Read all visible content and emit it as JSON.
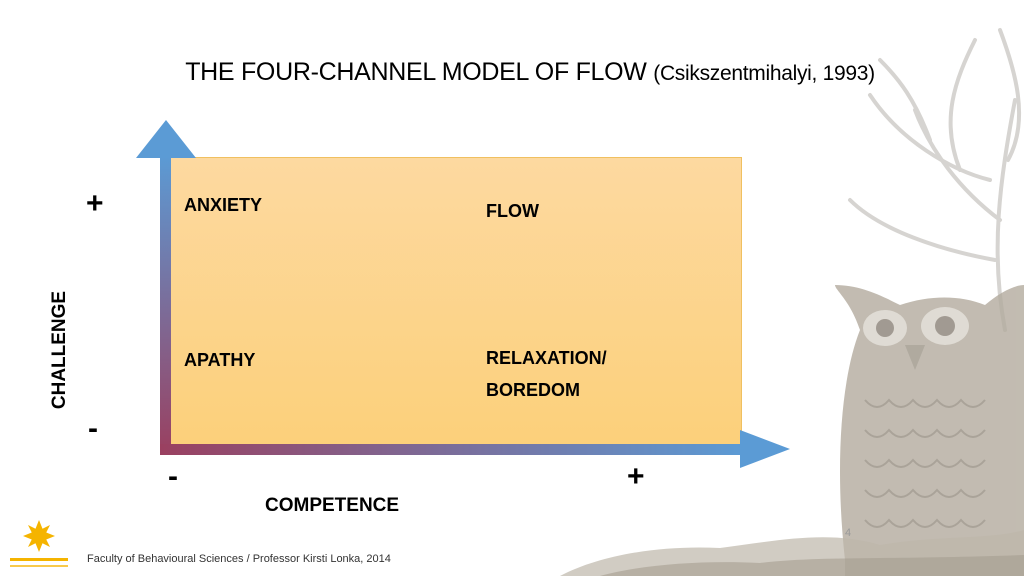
{
  "slide": {
    "title_main": "THE FOUR-CHANNEL MODEL OF FLOW",
    "title_citation": "(Csikszentmihalyi, 1993)"
  },
  "quadrants": {
    "top_left": "ANXIETY",
    "top_right": "FLOW",
    "bottom_left": "APATHY",
    "bottom_right_line1": "RELAXATION/",
    "bottom_right_line2": "BOREDOM"
  },
  "axes": {
    "y_label": "CHALLENGE",
    "y_high": "+",
    "y_low": "-",
    "x_label": "COMPETENCE",
    "x_low": "-",
    "x_high": "+"
  },
  "footer": {
    "text": "Faculty of Behavioural Sciences / Professor Kirsti Lonka, 2014",
    "page_number": "4"
  },
  "colors": {
    "box": "#fcd07a",
    "arrow_start": "#9a4060",
    "arrow_end": "#5b9bd5"
  }
}
